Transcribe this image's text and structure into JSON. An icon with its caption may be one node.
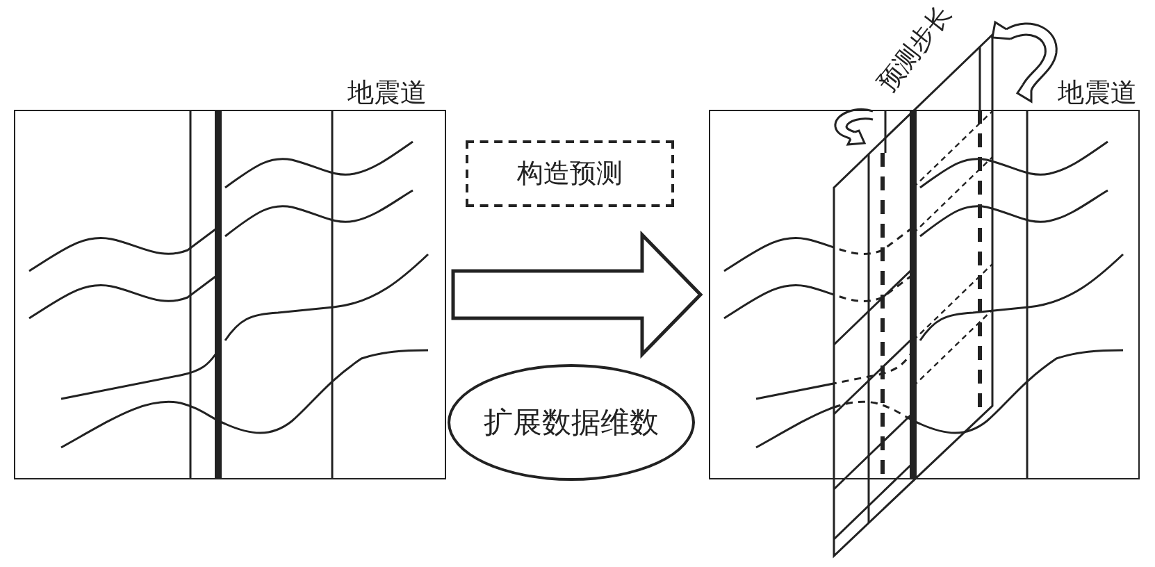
{
  "diagram": {
    "nodes": [
      {
        "text": [
          "地震道"
        ]
      },
      {
        "text": [
          "构造预测"
        ]
      },
      {
        "text": [
          "扩展数据维数"
        ]
      },
      {
        "text": [
          "地震道"
        ]
      }
    ],
    "edges": [
      {
        "from": 0,
        "to": 3,
        "arrow": "to"
      }
    ],
    "labels": [
      "预测步长"
    ]
  }
}
